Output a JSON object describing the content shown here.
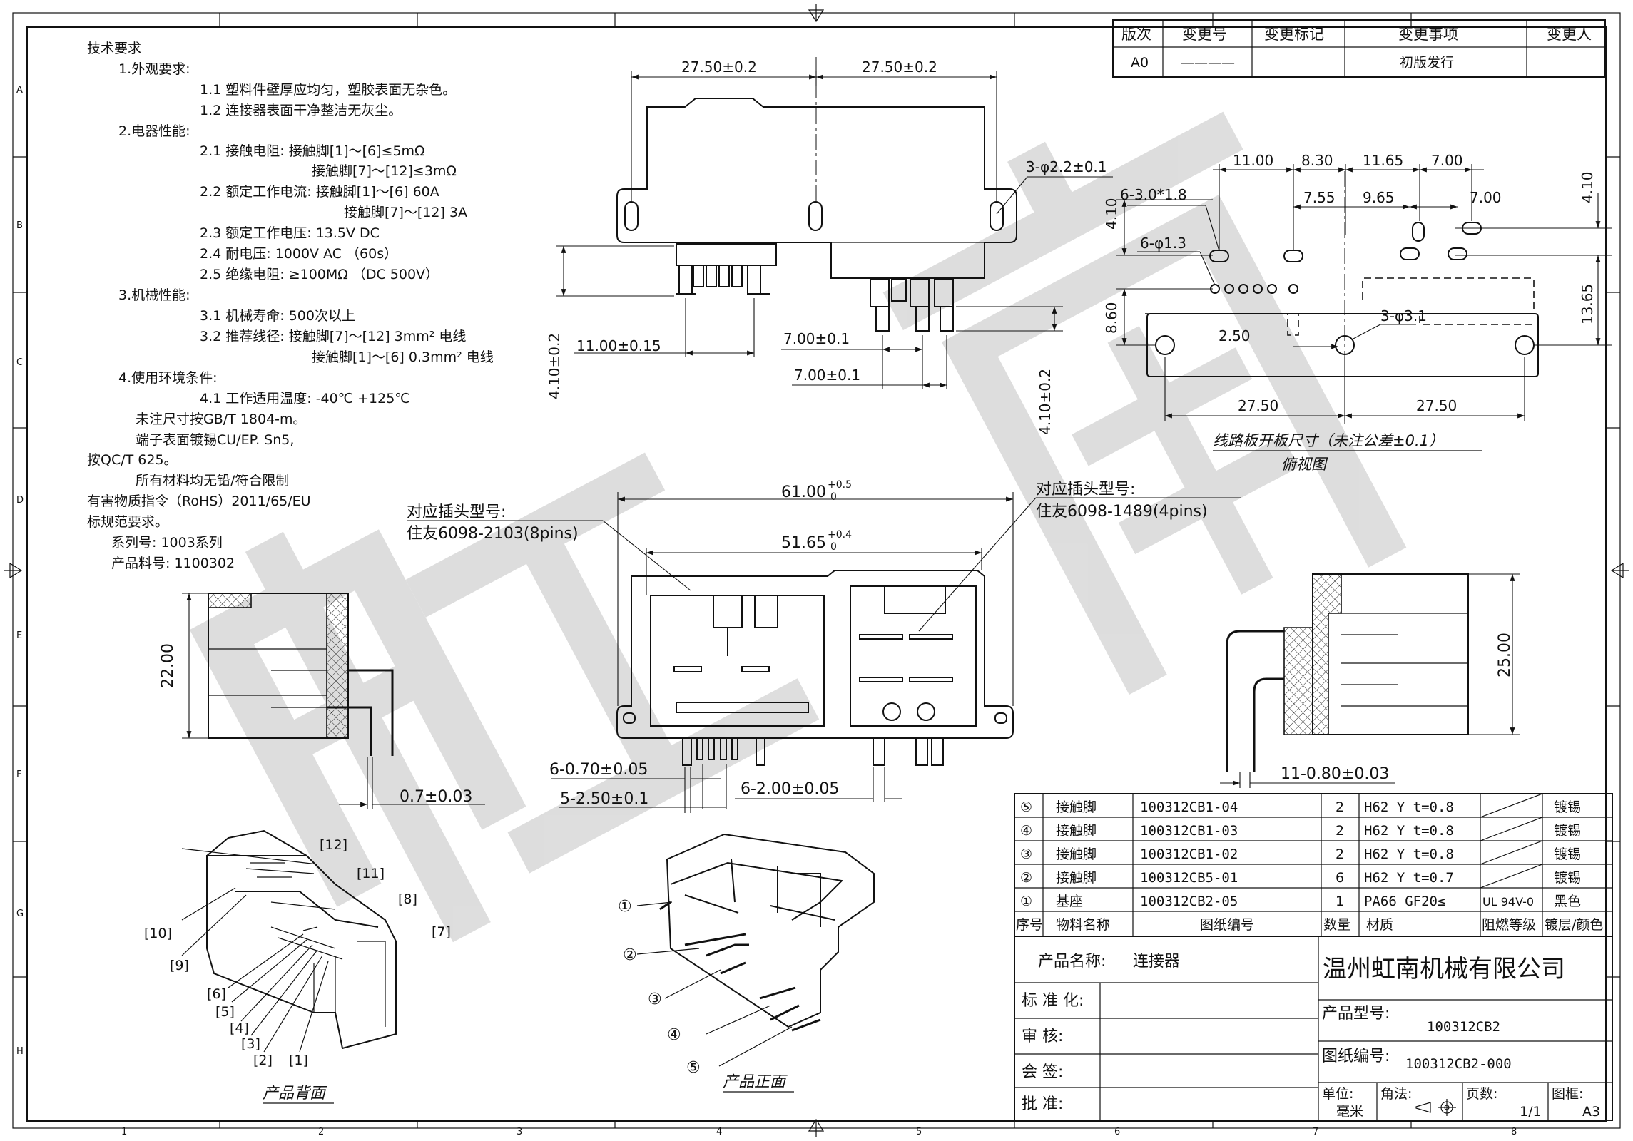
{
  "grid": {
    "columns": [
      "1",
      "2",
      "3",
      "4",
      "5",
      "6",
      "7",
      "8"
    ],
    "rows": [
      "A",
      "B",
      "C",
      "D",
      "E",
      "F",
      "G",
      "H"
    ]
  },
  "revision_table": {
    "headers": [
      "版次",
      "变更号",
      "变更标记",
      "变更事项",
      "变更人"
    ],
    "row": [
      "A0",
      "————",
      "",
      "初版发行",
      ""
    ]
  },
  "tech_requirements": [
    "技术要求",
    "1.外观要求:",
    "1.1 塑料件壁厚应均匀，塑胶表面无杂色。",
    "1.2 连接器表面干净整洁无灰尘。",
    "2.电器性能:",
    "2.1 接触电阻: 接触脚[1]～[6]≤5mΩ",
    "接触脚[7]～[12]≤3mΩ",
    "2.2 额定工作电流: 接触脚[1]～[6] 60A",
    "接触脚[7]～[12] 3A",
    "2.3 额定工作电压: 13.5V DC",
    "2.4 耐电压: 1000V AC （60s）",
    "2.5 绝缘电阻: ≥100MΩ （DC 500V）",
    "3.机械性能:",
    "3.1 机械寿命: 500次以上",
    "3.2 推荐线径: 接触脚[7]～[12] 3mm² 电线",
    "接触脚[1]～[6] 0.3mm² 电线",
    "4.使用环境条件:",
    "4.1 工作适用温度: -40℃  +125℃",
    "未注尺寸按GB/T 1804-m。",
    "端子表面镀锡CU/EP. Sn5,",
    "按QC/T 625。",
    "所有材料均无铅/符合限制",
    "有害物质指令（RoHS）2011/65/EU",
    "标规范要求。",
    "系列号: 1003系列",
    "产品料号: 1100302"
  ],
  "dimensions": {
    "top_left": "27.50±0.2",
    "top_right": "27.50±0.2",
    "holes": "3-φ2.2±0.1",
    "pin_pitch_a": "11.00±0.15",
    "pin_pitch_b": "7.00±0.1",
    "pin_pitch_c": "7.00±0.1",
    "height_left": "4.10±0.2",
    "height_right": "4.10±0.2",
    "front_width": "61.00",
    "front_width_tol": "+0.5",
    "front_width_tol0": "0",
    "inner_width": "51.65",
    "inner_width_tol": "+0.4",
    "inner_width_tol0": "0",
    "pins_a": "6-0.70±0.05",
    "pins_b": "5-2.50±0.1",
    "pins_c": "6-2.00±0.05",
    "side_height": "22.00",
    "side_offset": "0.7±0.03",
    "right_height": "25.00",
    "right_pins": "11-0.80±0.03",
    "pcb_d1": "11.00",
    "pcb_d2": "8.30",
    "pcb_d3": "11.65",
    "pcb_d4": "7.00",
    "pcb_d5": "7.55",
    "pcb_d6": "9.65",
    "pcb_d7": "7.00",
    "pcb_d8": "4.10",
    "pcb_d9": "4.10",
    "pcb_slots": "6-3.0*1.8",
    "pcb_holes_small": "6-φ1.3",
    "pcb_d10": "8.60",
    "pcb_d11": "2.50",
    "pcb_holes_big": "3-φ3.1",
    "pcb_d12": "13.65",
    "pcb_d13": "27.50",
    "pcb_d14": "27.50"
  },
  "captions": {
    "pcb_title": "线路板开板尺寸（未注公差±0.1）",
    "pcb_sub": "俯视图",
    "plug_left_label": "对应插头型号:",
    "plug_left_model": "住友6098-2103(8pins)",
    "plug_right_label": "对应插头型号:",
    "plug_right_model": "住友6098-1489(4pins)",
    "back_view": "产品背面",
    "front_view": "产品正面"
  },
  "back_callouts": [
    "[12]",
    "[11]",
    "[8]",
    "[7]",
    "[10]",
    "[9]",
    "[6]",
    "[5]",
    "[4]",
    "[3]",
    "[2]",
    "[1]"
  ],
  "front_callouts": [
    "①",
    "②",
    "③",
    "④",
    "⑤"
  ],
  "bom": {
    "rows": [
      {
        "no": "⑤",
        "name": "接触脚",
        "drawing": "100312CB1-04",
        "qty": "2",
        "material": "H62 Y t=0.8",
        "flame": "",
        "finish": "镀锡"
      },
      {
        "no": "④",
        "name": "接触脚",
        "drawing": "100312CB1-03",
        "qty": "2",
        "material": "H62 Y t=0.8",
        "flame": "",
        "finish": "镀锡"
      },
      {
        "no": "③",
        "name": "接触脚",
        "drawing": "100312CB1-02",
        "qty": "2",
        "material": "H62 Y t=0.8",
        "flame": "",
        "finish": "镀锡"
      },
      {
        "no": "②",
        "name": "接触脚",
        "drawing": "100312CB5-01",
        "qty": "6",
        "material": "H62 Y t=0.7",
        "flame": "",
        "finish": "镀锡"
      },
      {
        "no": "①",
        "name": "基座",
        "drawing": "100312CB2-05",
        "qty": "1",
        "material": "PA66 GF20≤",
        "flame": "UL 94V-0",
        "finish": "黑色"
      }
    ],
    "headers": [
      "序号",
      "物料名称",
      "图纸编号",
      "数量",
      "材质",
      "阻燃等级",
      "镀层/颜色"
    ]
  },
  "title_block": {
    "product_name_label": "产品名称:",
    "product_name": "连接器",
    "company": "温州虹南机械有限公司",
    "std_label": "标 准 化:",
    "audit_label": "审     核:",
    "sign_label": "会     签:",
    "approve_label": "批     准:",
    "model_label": "产品型号:",
    "model": "100312CB2",
    "drawing_no_label": "图纸编号:",
    "drawing_no": "100312CB2-000",
    "unit_label": "单位:",
    "unit": "毫米",
    "angle_label": "角法:",
    "pages_label": "页数:",
    "pages": "1/1",
    "frame_label": "图框:",
    "frame": "A3"
  },
  "watermark": "虹南"
}
